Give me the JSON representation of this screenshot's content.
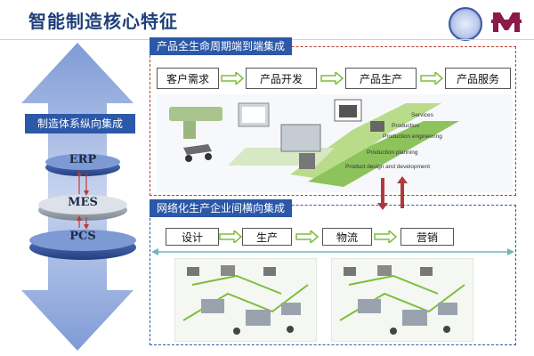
{
  "title": "智能制造核心特征",
  "left_panel": {
    "label": "制造体系纵向集成",
    "layers": [
      "ERP",
      "MES",
      "PCS"
    ]
  },
  "top_section": {
    "title": "产品全生命周期端到端集成",
    "steps": [
      "客户需求",
      "产品开发",
      "产品生产",
      "产品服务"
    ],
    "stages": [
      "Services",
      "Production",
      "Production engineering",
      "Production planning",
      "Product design and development"
    ]
  },
  "bottom_section": {
    "title": "网络化生产企业间横向集成",
    "steps": [
      "设计",
      "生产",
      "物流",
      "营销"
    ]
  },
  "colors": {
    "title": "#1f3f7a",
    "accent_blue": "#2b58a8",
    "arrow_blue": "#aebfe3",
    "green": "#7bbf3c",
    "red_dashed": "#c0392b",
    "disk": "#3d5fa8"
  }
}
